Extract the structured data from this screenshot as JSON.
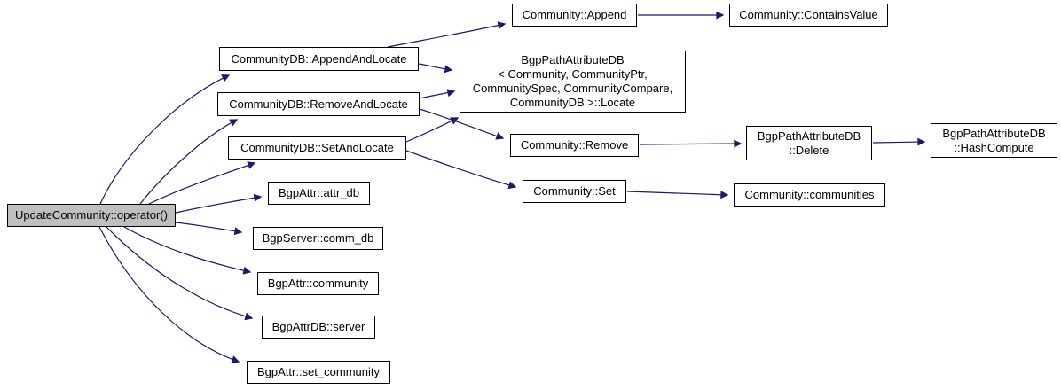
{
  "diagram": {
    "kind": "doxygen-call-graph",
    "colors": {
      "edge": "#191970",
      "node_border": "#000000",
      "node_fill": "#ffffff",
      "highlight_fill": "#bfbfbf",
      "background": "#ffffff"
    },
    "nodes": [
      {
        "id": "update-community-operator",
        "label": "UpdateCommunity::operator()",
        "highlighted": true
      },
      {
        "id": "communitydb-appendandlocate",
        "label": "CommunityDB::AppendAndLocate"
      },
      {
        "id": "communitydb-removeandlocate",
        "label": "CommunityDB::RemoveAndLocate"
      },
      {
        "id": "communitydb-setandlocate",
        "label": "CommunityDB::SetAndLocate"
      },
      {
        "id": "community-append",
        "label": "Community::Append"
      },
      {
        "id": "community-containsvalue",
        "label": "Community::ContainsValue"
      },
      {
        "id": "bgppathattributedb-locate",
        "label": "BgpPathAttributeDB\n< Community, CommunityPtr,\n CommunitySpec, CommunityCompare,\n CommunityDB >::Locate"
      },
      {
        "id": "community-remove",
        "label": "Community::Remove"
      },
      {
        "id": "bgppathattributedb-delete",
        "label": "BgpPathAttributeDB\n::Delete"
      },
      {
        "id": "bgppathattributedb-hashcompute",
        "label": "BgpPathAttributeDB\n::HashCompute"
      },
      {
        "id": "community-set",
        "label": "Community::Set"
      },
      {
        "id": "community-communities",
        "label": "Community::communities"
      },
      {
        "id": "bgpattr-attr-db",
        "label": "BgpAttr::attr_db"
      },
      {
        "id": "bgpserver-comm-db",
        "label": "BgpServer::comm_db"
      },
      {
        "id": "bgpattr-community",
        "label": "BgpAttr::community"
      },
      {
        "id": "bgpattrdb-server",
        "label": "BgpAttrDB::server"
      },
      {
        "id": "bgpattr-set-community",
        "label": "BgpAttr::set_community"
      }
    ],
    "edges": [
      {
        "from": "update-community-operator",
        "to": "communitydb-appendandlocate"
      },
      {
        "from": "update-community-operator",
        "to": "communitydb-removeandlocate"
      },
      {
        "from": "update-community-operator",
        "to": "communitydb-setandlocate"
      },
      {
        "from": "update-community-operator",
        "to": "bgpattr-attr-db"
      },
      {
        "from": "update-community-operator",
        "to": "bgpserver-comm-db"
      },
      {
        "from": "update-community-operator",
        "to": "bgpattr-community"
      },
      {
        "from": "update-community-operator",
        "to": "bgpattrdb-server"
      },
      {
        "from": "update-community-operator",
        "to": "bgpattr-set-community"
      },
      {
        "from": "communitydb-appendandlocate",
        "to": "community-append"
      },
      {
        "from": "communitydb-appendandlocate",
        "to": "bgppathattributedb-locate"
      },
      {
        "from": "communitydb-removeandlocate",
        "to": "bgppathattributedb-locate"
      },
      {
        "from": "communitydb-removeandlocate",
        "to": "community-remove"
      },
      {
        "from": "communitydb-setandlocate",
        "to": "bgppathattributedb-locate"
      },
      {
        "from": "communitydb-setandlocate",
        "to": "community-set"
      },
      {
        "from": "community-append",
        "to": "community-containsvalue"
      },
      {
        "from": "community-remove",
        "to": "bgppathattributedb-delete"
      },
      {
        "from": "community-set",
        "to": "community-communities"
      },
      {
        "from": "bgppathattributedb-delete",
        "to": "bgppathattributedb-hashcompute"
      }
    ]
  }
}
